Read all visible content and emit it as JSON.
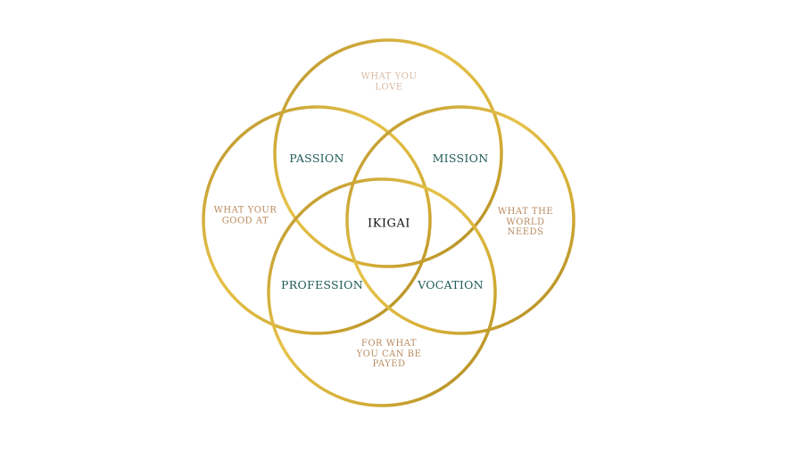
{
  "colors": {
    "ring_light": "#E6C24A",
    "ring_dark": "#B48E28",
    "outer_text": "#B98A5E",
    "top_text": "#D8B9A2",
    "intersection_text": "#1F5B57",
    "center_text": "#111111"
  },
  "outer": {
    "love": "WHAT YOU\nLOVE",
    "good_at": "WHAT YOUR\nGOOD AT",
    "world_needs": "WHAT THE\nWORLD\nNEEDS",
    "payed": "FOR WHAT\nYOU CAN BE\nPAYED"
  },
  "intersections": {
    "passion": "PASSION",
    "mission": "MISSION",
    "profession": "PROFESSION",
    "vocation": "VOCATION"
  },
  "center": "IKIGAI"
}
